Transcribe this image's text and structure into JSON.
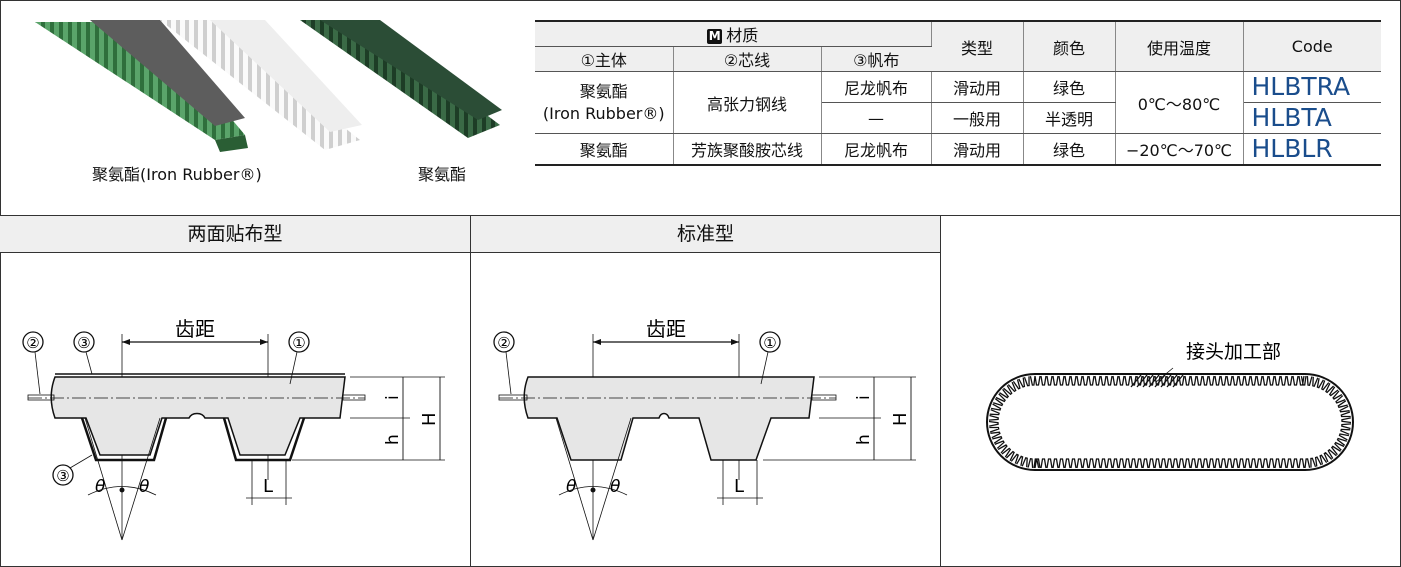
{
  "photos": {
    "caption_left": "聚氨酯(Iron Rubber®)",
    "caption_right": "聚氨酯"
  },
  "table": {
    "material_header": "材质",
    "material_badge": "M",
    "sub_main": "①主体",
    "sub_core": "②芯线",
    "sub_canvas": "③帆布",
    "type_header": "类型",
    "color_header": "颜色",
    "temp_header": "使用温度",
    "code_header": "Code",
    "row1": {
      "main_line1": "聚氨酯",
      "main_line2": "(Iron Rubber®)",
      "core": "高张力钢线",
      "canvas": "尼龙帆布",
      "type": "滑动用",
      "color": "绿色",
      "temp": "0℃～80℃",
      "code": "HLBTRA"
    },
    "row2": {
      "canvas": "—",
      "type": "一般用",
      "color": "半透明",
      "code": "HLBTA"
    },
    "row3": {
      "main": "聚氨酯",
      "core": "芳族聚酸胺芯线",
      "canvas": "尼龙帆布",
      "type": "滑动用",
      "color": "绿色",
      "temp": "−20℃～70℃",
      "code": "HLBLR"
    }
  },
  "panels": {
    "left_title": "两面贴布型",
    "middle_title": "标准型",
    "pitch_label": "齿距",
    "callout_1": "①",
    "callout_2": "②",
    "callout_3": "③",
    "dim_i": "i",
    "dim_h": "h",
    "dim_H": "H",
    "dim_L": "L",
    "theta": "θ",
    "joint_label": "接头加工部"
  },
  "colors": {
    "code_blue": "#1a4d8c",
    "header_gray": "#efefef",
    "belt_fill": "#e6e6e6",
    "green_belt": "#3f8a4e"
  }
}
